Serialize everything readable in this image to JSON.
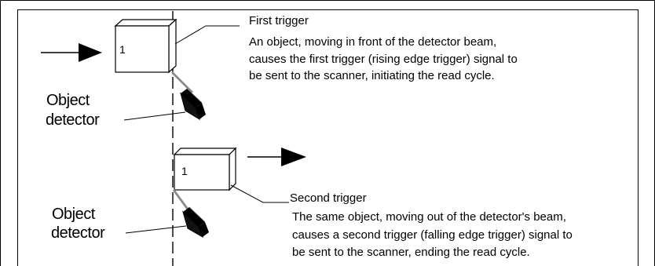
{
  "scene1": {
    "box_number": "1",
    "detector_label": [
      "Object",
      "detector"
    ],
    "callout_title": "First trigger",
    "callout_text": [
      "An object, moving in front of the detector beam,",
      "causes the first trigger (rising edge trigger) signal to",
      "be sent to the scanner, initiating the read cycle."
    ]
  },
  "scene2": {
    "box_number": "1",
    "detector_label": [
      "Object",
      "detector"
    ],
    "callout_title": "Second trigger",
    "callout_text": [
      "The same object, moving out of the detector's beam,",
      "causes a second  trigger (falling edge trigger) signal to",
      "be sent to the scanner, ending the read cycle."
    ]
  },
  "colors": {
    "line": "#000000",
    "beam": "#7f7f7f",
    "detector": "#000000"
  }
}
